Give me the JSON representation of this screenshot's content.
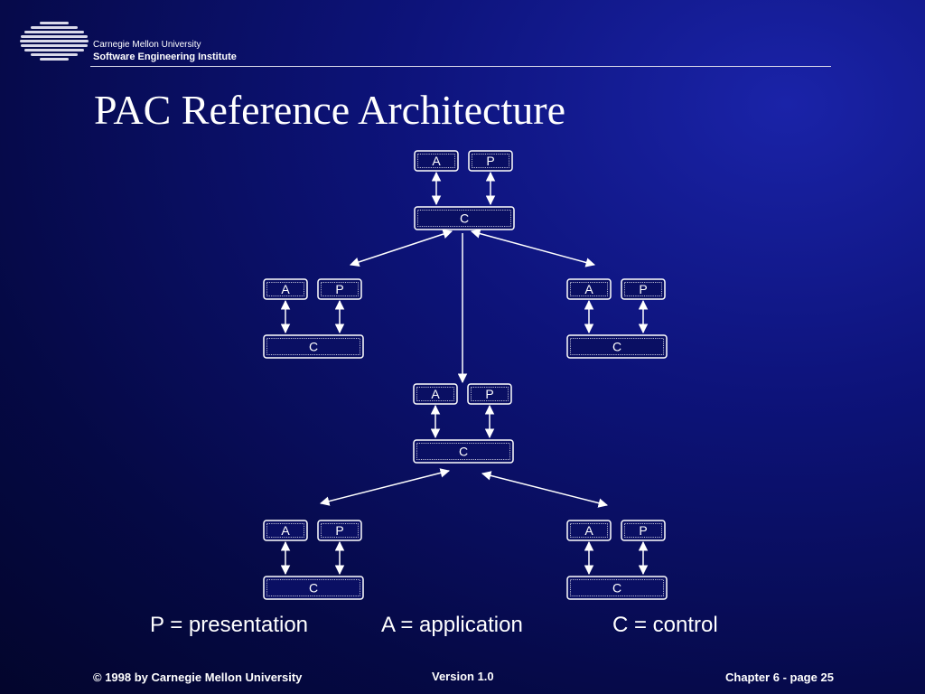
{
  "header": {
    "org": "Carnegie Mellon University",
    "institute": "Software Engineering Institute"
  },
  "slide": {
    "title": "PAC Reference Architecture"
  },
  "diagram": {
    "labels": {
      "a": "A",
      "p": "P",
      "c": "C"
    }
  },
  "legend": {
    "p": "P = presentation",
    "a": "A = application",
    "c": "C = control"
  },
  "footer": {
    "copyright": "© 1998 by Carnegie Mellon University",
    "version": "Version 1.0",
    "page": "Chapter 6  - page 25"
  }
}
